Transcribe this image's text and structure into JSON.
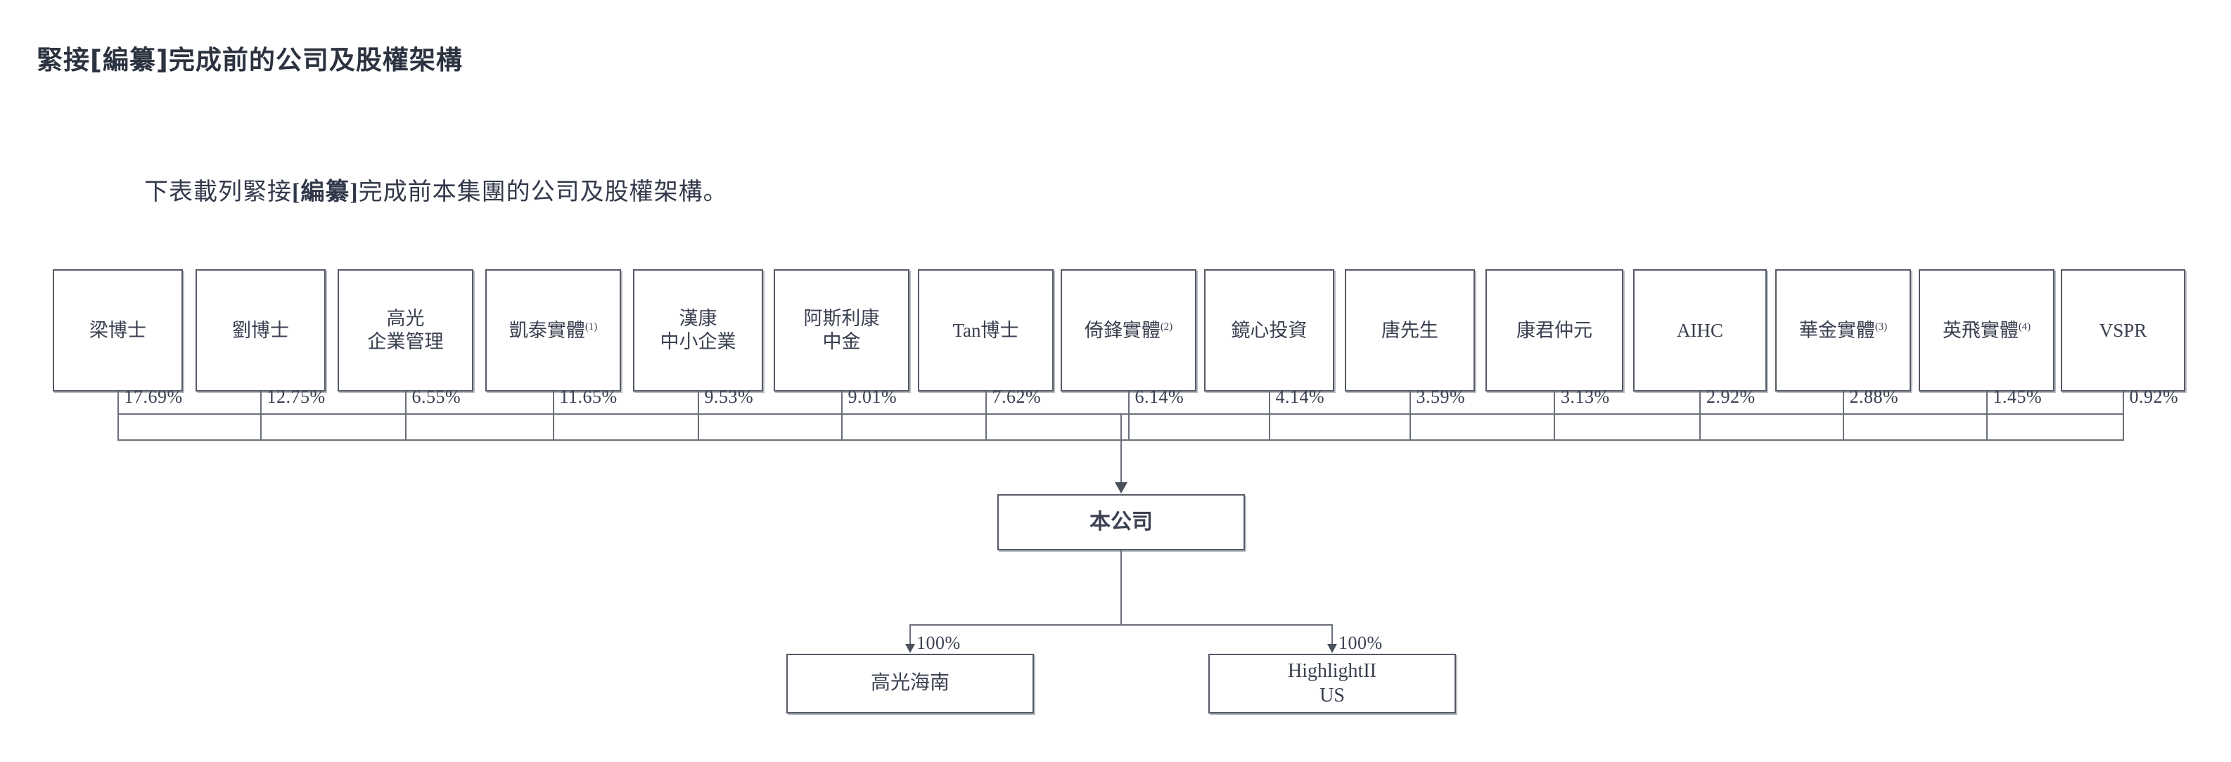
{
  "page": {
    "title": "緊接[編纂]完成前的公司及股權架構",
    "intro_before": "下表載列緊接",
    "intro_bold": "[編纂]",
    "intro_after": "完成前本集團的公司及股權架構。"
  },
  "chart_data": {
    "type": "diagram",
    "title": "緊接[編纂]完成前的公司及股權架構",
    "shareholders": [
      {
        "name": "梁博士",
        "name_line2": "",
        "note": "",
        "percent": "17.69%"
      },
      {
        "name": "劉博士",
        "name_line2": "",
        "note": "",
        "percent": "12.75%"
      },
      {
        "name": "高光",
        "name_line2": "企業管理",
        "note": "",
        "percent": "6.55%"
      },
      {
        "name": "凱泰實體",
        "name_line2": "",
        "note": "(1)",
        "percent": "11.65%"
      },
      {
        "name": "漢康",
        "name_line2": "中小企業",
        "note": "",
        "percent": "9.53%"
      },
      {
        "name": "阿斯利康",
        "name_line2": "中金",
        "note": "",
        "percent": "9.01%"
      },
      {
        "name": "Tan博士",
        "name_line2": "",
        "note": "",
        "percent": "7.62%"
      },
      {
        "name": "倚鋒實體",
        "name_line2": "",
        "note": "(2)",
        "percent": "6.14%"
      },
      {
        "name": "鏡心投資",
        "name_line2": "",
        "note": "",
        "percent": "4.14%"
      },
      {
        "name": "唐先生",
        "name_line2": "",
        "note": "",
        "percent": "3.59%"
      },
      {
        "name": "康君仲元",
        "name_line2": "",
        "note": "",
        "percent": "3.13%"
      },
      {
        "name": "AIHC",
        "name_line2": "",
        "note": "",
        "percent": "2.92%"
      },
      {
        "name": "華金實體",
        "name_line2": "",
        "note": "(3)",
        "percent": "2.88%"
      },
      {
        "name": "英飛實體",
        "name_line2": "",
        "note": "(4)",
        "percent": "1.45%"
      },
      {
        "name": "VSPR",
        "name_line2": "",
        "note": "",
        "percent": "0.92%"
      }
    ],
    "company": {
      "name": "本公司"
    },
    "subsidiaries": [
      {
        "name": "高光海南",
        "name_line2": "",
        "percent": "100%"
      },
      {
        "name": "HighlightII",
        "name_line2": "US",
        "percent": "100%"
      }
    ],
    "colors": {
      "box_border": "#555b66",
      "connector": "#6a7079",
      "text": "#3a4050",
      "background": "#ffffff"
    }
  }
}
